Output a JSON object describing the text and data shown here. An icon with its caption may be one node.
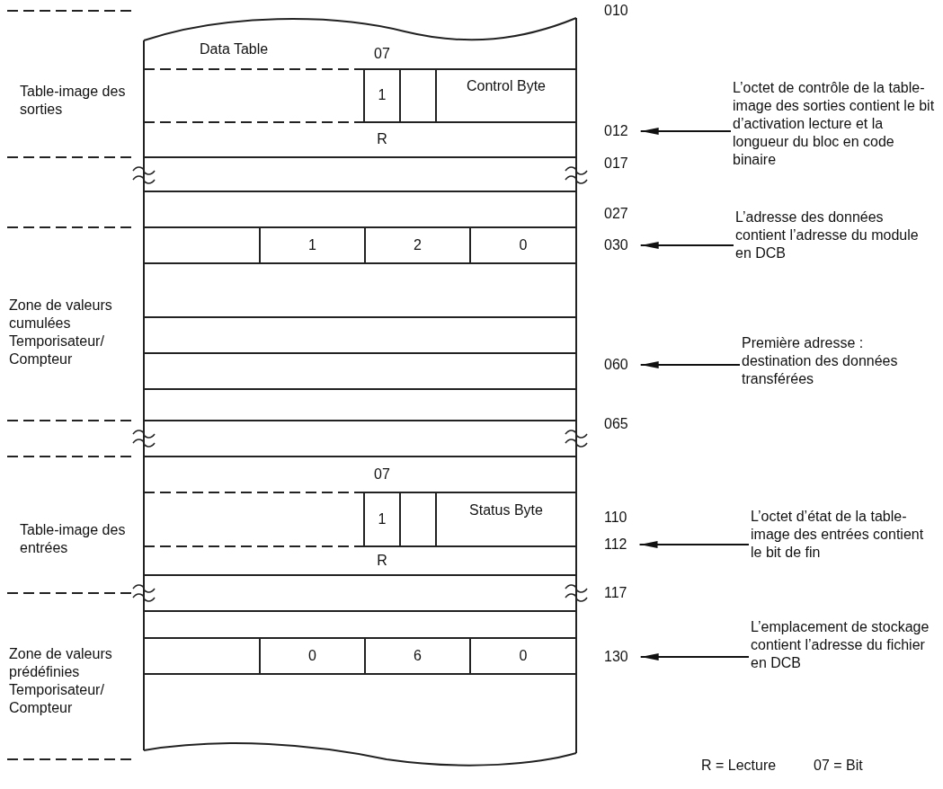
{
  "diagram": {
    "nodes": [
      {
        "text": [
          "012"
        ]
      },
      {
        "text": [
          "L’octet de contrôle de la table-image des sorties contient le bit d’activation lecture et la longueur du bloc en code binaire"
        ]
      },
      {
        "text": [
          "030"
        ]
      },
      {
        "text": [
          "L’adresse des données contient l’adresse du module en DCB"
        ]
      },
      {
        "text": [
          "060"
        ]
      },
      {
        "text": [
          "Première adresse : destination des données transférées"
        ]
      },
      {
        "text": [
          "112"
        ]
      },
      {
        "text": [
          "L’octet d’état de la table-image des entrées contient le bit de fin"
        ]
      },
      {
        "text": [
          "130"
        ]
      },
      {
        "text": [
          "L’emplacement de stockage contient l’adresse du fichier en DCB"
        ]
      }
    ],
    "edges": [
      {
        "from": 1,
        "to": 0,
        "arrow": "to"
      },
      {
        "from": 3,
        "to": 2,
        "arrow": "to"
      },
      {
        "from": 5,
        "to": 4,
        "arrow": "to"
      },
      {
        "from": 7,
        "to": 6,
        "arrow": "to"
      },
      {
        "from": 9,
        "to": 8,
        "arrow": "to"
      }
    ],
    "labels": [
      "Table-image des sorties",
      "Data Table",
      "07",
      "1",
      "Control Byte",
      "R",
      "010",
      "017",
      "027",
      "1",
      "2",
      "0",
      "Zone de valeurs cumulées Temporisateur/ Compteur",
      "065",
      "07",
      "110",
      "Table-image des entrées",
      "1",
      "Status Byte",
      "R",
      "117",
      "0",
      "6",
      "0",
      "Zone de valeurs prédéfinies Temporisateur/ Compteur",
      "R = Lecture",
      "07 = Bit"
    ]
  }
}
